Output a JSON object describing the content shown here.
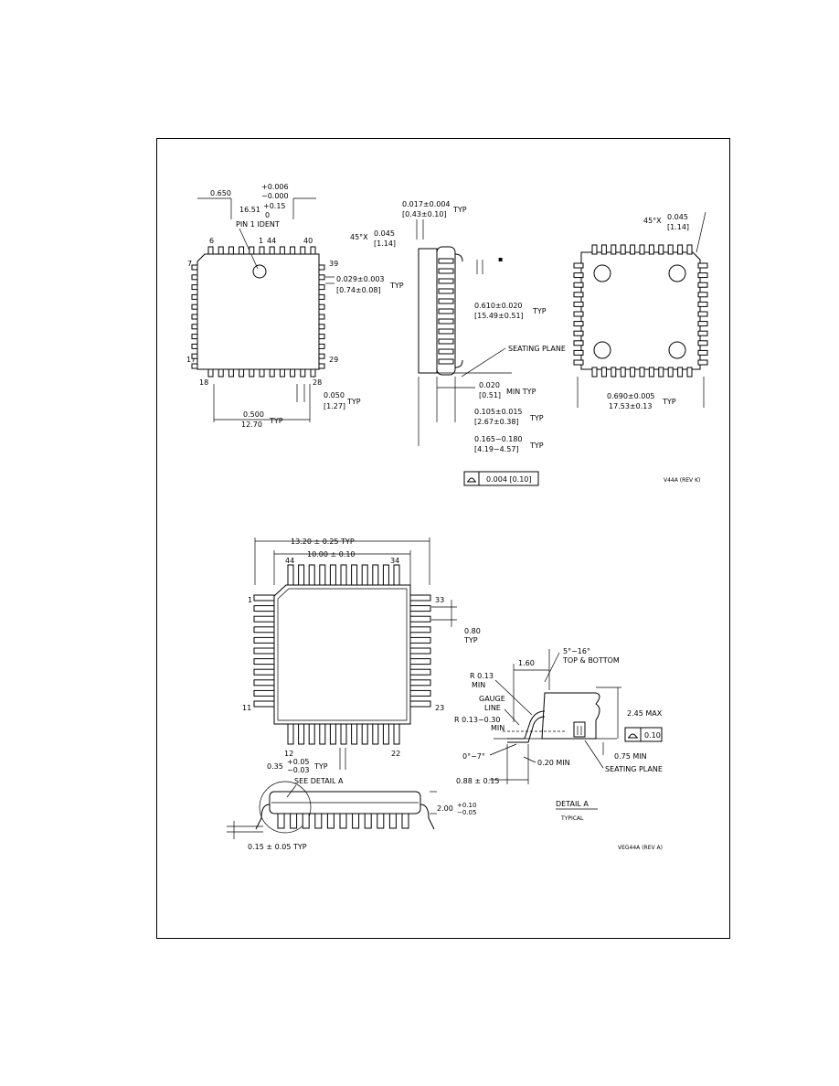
{
  "plcc": {
    "top_view": {
      "width_dim": "0.650",
      "width_tol_plus": "+0.006",
      "width_tol_minus": "−0.000",
      "width_mm": "16.51",
      "width_mm_tol_plus": "+0.15",
      "width_mm_tol_minus": "0",
      "pin1_label": "PIN 1 IDENT",
      "pin_6": "6",
      "pin_1": "1",
      "pin_44": "44",
      "pin_40": "40",
      "pin_7": "7",
      "pin_39": "39",
      "pin_17": "17",
      "pin_29": "29",
      "pin_18": "18",
      "pin_28": "28",
      "lead_width": "0.029±0.003",
      "lead_width_mm": "[0.74±0.08]",
      "typ": "TYP",
      "pitch": "0.050",
      "pitch_mm": "[1.27]",
      "row_span": "0.500",
      "row_span_mm": "12.70",
      "row_span_typ": "TYP"
    },
    "side_view": {
      "lead_thk": "0.017±0.004",
      "lead_thk_mm": "[0.43±0.10]",
      "lead_thk_typ": "TYP",
      "chamfer": "45°X",
      "chamfer_dim": "0.045",
      "chamfer_mm": "[1.14]",
      "span": "0.610±0.020",
      "span_mm": "[15.49±0.51]",
      "span_typ": "TYP",
      "seating_plane": "SEATING PLANE",
      "standoff": "0.020",
      "standoff_mm": "[0.51]",
      "standoff_typ": "MIN TYP",
      "body_h": "0.105±0.015",
      "body_h_mm": "[2.67±0.38]",
      "body_h_typ": "TYP",
      "total_h": "0.165−0.180",
      "total_h_mm": "[4.19−4.57]",
      "total_h_typ": "TYP"
    },
    "bottom_view": {
      "chamfer": "45°X",
      "chamfer_dim": "0.045",
      "chamfer_mm": "[1.14]",
      "span": "0.690±0.005",
      "span_mm": "17.53±0.13",
      "span_typ": "TYP"
    },
    "coplanarity": "0.004 [0.10]",
    "drawing_ref": "V44A (REV K)"
  },
  "lqfp": {
    "outer": "13.20 ± 0.25 TYP",
    "body": "10.00 ± 0.10",
    "pin_44": "44",
    "pin_34": "34",
    "pin_1": "1",
    "pin_33": "33",
    "pin_11": "11",
    "pin_23": "23",
    "pin_12": "12",
    "pin_22": "22",
    "pitch": "0.80",
    "pitch_typ": "TYP",
    "lead_w": "0.35",
    "lead_w_plus": "+0.05",
    "lead_w_minus": "−0.03",
    "lead_w_typ": "TYP",
    "see_detail": "SEE DETAIL A",
    "height": "2.00",
    "height_plus": "+0.10",
    "height_minus": "−0.05",
    "lead_thk": "0.15 ± 0.05 TYP",
    "detail": {
      "angle": "5°−16°",
      "angle_note": "TOP & BOTTOM",
      "length": "1.60",
      "r1": "R 0.13",
      "r1_min": "MIN",
      "gauge": "GAUGE",
      "gauge2": "LINE",
      "r2": "R 0.13−0.30",
      "r2_min": "MIN",
      "max_h": "2.45 MAX",
      "coplanarity": "0.10",
      "foot_angle": "0°−7°",
      "foot_min": "0.20 MIN",
      "standoff": "0.75 MIN",
      "seating": "SEATING PLANE",
      "foot_len": "0.88 ± 0.15",
      "title": "DETAIL A",
      "subtitle": "TYPICAL"
    },
    "drawing_ref": "VEG44A (REV A)"
  }
}
